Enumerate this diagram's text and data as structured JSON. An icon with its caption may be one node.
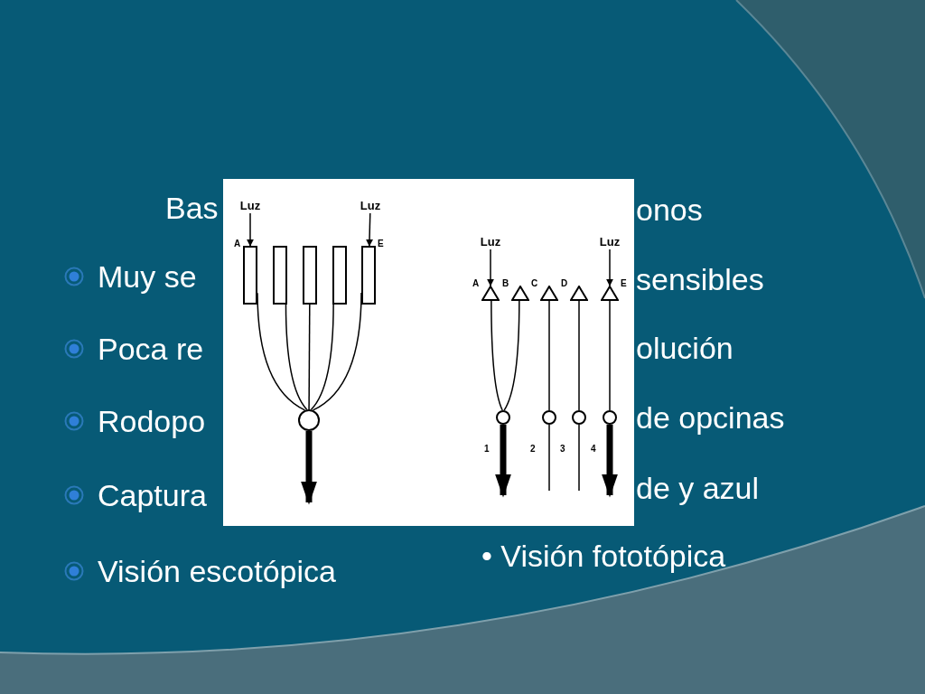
{
  "diagram": {
    "nodes": [
      {
        "text": [
          "Luz"
        ]
      },
      {
        "text": [
          "Luz"
        ]
      },
      {
        "text": [],
        "shape": "box",
        "beside": [
          "A"
        ]
      },
      {
        "text": [],
        "shape": "box"
      },
      {
        "text": [],
        "shape": "box"
      },
      {
        "text": [],
        "shape": "box"
      },
      {
        "text": [],
        "shape": "box",
        "beside": [
          "E"
        ]
      },
      {
        "text": [],
        "shape": "circle"
      },
      {
        "text": [
          "Luz"
        ]
      },
      {
        "text": [
          "Luz"
        ]
      },
      {
        "text": [],
        "shape": "triangle",
        "beside": [
          "A"
        ]
      },
      {
        "text": [],
        "shape": "triangle",
        "beside": [
          "B"
        ]
      },
      {
        "text": [],
        "shape": "triangle",
        "beside": [
          "C"
        ]
      },
      {
        "text": [],
        "shape": "triangle",
        "beside": [
          "D"
        ]
      },
      {
        "text": [],
        "shape": "triangle",
        "beside": [
          "E"
        ]
      },
      {
        "text": [],
        "shape": "circle",
        "beside": [
          "1"
        ]
      },
      {
        "text": [],
        "shape": "circle",
        "beside": [
          "2"
        ]
      },
      {
        "text": [],
        "shape": "circle",
        "beside": [
          "3"
        ]
      },
      {
        "text": [],
        "shape": "circle",
        "beside": [
          "4"
        ]
      }
    ],
    "edges": [
      {
        "from": 0,
        "to": 2,
        "arrow": "to"
      },
      {
        "from": 1,
        "to": 6,
        "arrow": "to"
      },
      {
        "from": 2,
        "to": 7,
        "arrow": "none"
      },
      {
        "from": 3,
        "to": 7,
        "arrow": "none"
      },
      {
        "from": 4,
        "to": 7,
        "arrow": "none"
      },
      {
        "from": 5,
        "to": 7,
        "arrow": "none"
      },
      {
        "from": 6,
        "to": 7,
        "arrow": "none"
      },
      {
        "from": 7,
        "to": null,
        "arrow": "to",
        "style": "thick"
      },
      {
        "from": 8,
        "to": 10,
        "arrow": "to"
      },
      {
        "from": 9,
        "to": 14,
        "arrow": "to"
      },
      {
        "from": 10,
        "to": 15,
        "arrow": "none"
      },
      {
        "from": 11,
        "to": 15,
        "arrow": "none"
      },
      {
        "from": 12,
        "to": 16,
        "arrow": "none"
      },
      {
        "from": 13,
        "to": 17,
        "arrow": "none"
      },
      {
        "from": 14,
        "to": 18,
        "arrow": "none"
      },
      {
        "from": 15,
        "to": null,
        "arrow": "to",
        "style": "thick"
      },
      {
        "from": 16,
        "to": null,
        "arrow": "none"
      },
      {
        "from": 17,
        "to": null,
        "arrow": "none"
      },
      {
        "from": 18,
        "to": null,
        "arrow": "to",
        "style": "thick"
      }
    ],
    "labels": [
      "Bas",
      "onos",
      "Muy se",
      "sensibles",
      "Poca re",
      "olución",
      "Rodopo",
      "de opcinas",
      "Captura",
      "de y azul",
      "Visión escotópica",
      "• Visión fototópica"
    ]
  }
}
